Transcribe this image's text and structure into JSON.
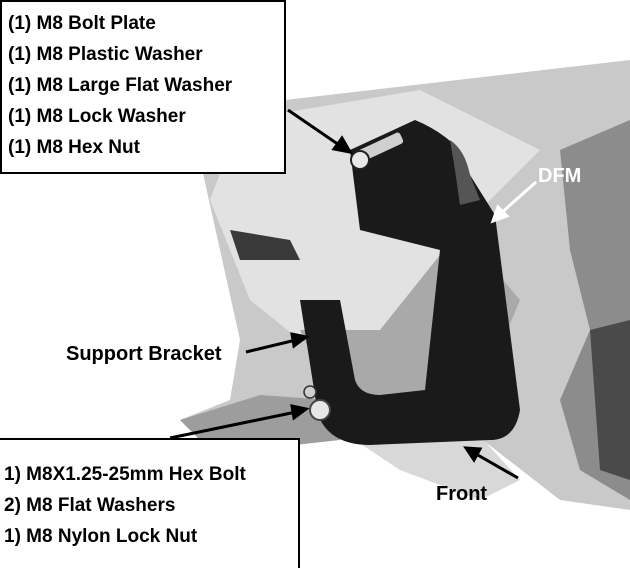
{
  "top_callout": {
    "items": [
      "(1) M8 Bolt Plate",
      "(1) M8 Plastic Washer",
      "(1) M8 Large Flat Washer",
      "(1) M8 Lock Washer",
      "(1) M8 Hex Nut"
    ]
  },
  "bottom_callout": {
    "items": [
      "1) M8X1.25-25mm Hex Bolt",
      "2) M8 Flat Washers",
      "1) M8 Nylon Lock Nut"
    ]
  },
  "labels": {
    "support_bracket": "Support Bracket",
    "front": "Front",
    "dfm": "DFM"
  },
  "colors": {
    "bracket": "#1a1a1a",
    "frame_light": "#dcdcdc",
    "frame_mid": "#b8b8b8",
    "frame_dark": "#6e6e6e",
    "background": "#ffffff"
  }
}
